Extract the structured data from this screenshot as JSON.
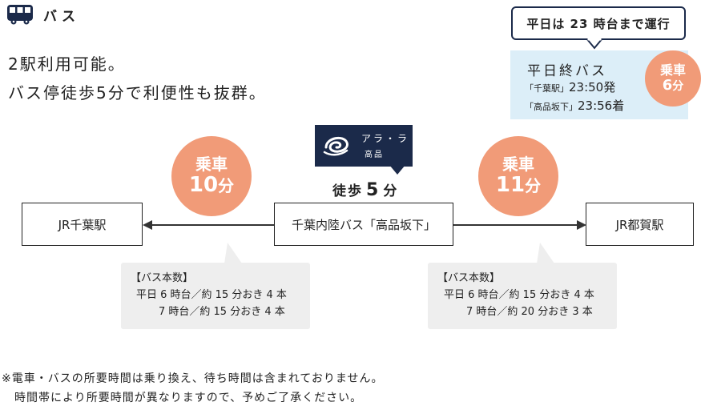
{
  "header": {
    "title": "バス",
    "icon": "bus-icon"
  },
  "intro": {
    "line1": "2駅利用可能。",
    "line2": "バス停徒歩5分で利便性も抜群。"
  },
  "callout": {
    "text": "平日は 23 時台まで運行"
  },
  "last_bus": {
    "title": "平日終バス",
    "row1_stop": "「千葉駅」",
    "row1_time": "23:50発",
    "row2_stop": "「高品坂下」",
    "row2_time": "23:56着",
    "ride_label": "乗車",
    "ride_value": "6",
    "ride_unit": "分"
  },
  "logo": {
    "line1": "アラ・ラ",
    "line2": "高品"
  },
  "walk": {
    "prefix": "徒歩",
    "value": "5",
    "unit": "分"
  },
  "routes": {
    "left": {
      "station": "JR千葉駅",
      "ride_label": "乗車",
      "ride_value": "10",
      "ride_unit": "分",
      "freq_title": "【バス本数】",
      "freq_line1": "平日 6 時台／約 15 分おき 4 本",
      "freq_line2": "7 時台／約 15 分おき 4 本"
    },
    "center": {
      "stop": "千葉内陸バス「高品坂下」"
    },
    "right": {
      "station": "JR都賀駅",
      "ride_label": "乗車",
      "ride_value": "11",
      "ride_unit": "分",
      "freq_title": "【バス本数】",
      "freq_line1": "平日 6 時台／約 15 分おき 4 本",
      "freq_line2": "7 時台／約 20 分おき 3 本"
    }
  },
  "notes": {
    "line1": "※電車・バスの所要時間は乗り換え、待ち時間は含まれておりません。",
    "line2": "時間帯により所要時間が異なりますので、予めご了承ください。"
  },
  "colors": {
    "accent": "#f19b78",
    "navy": "#1b2a4a",
    "lightblue": "#dceef8",
    "gray": "#eeeeee"
  }
}
